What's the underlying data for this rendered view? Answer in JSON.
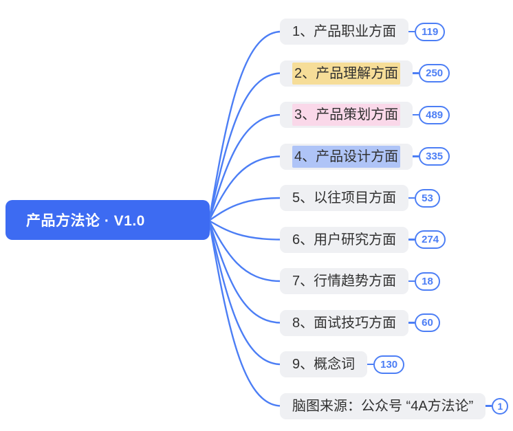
{
  "root": {
    "label": "产品方法论 · V1.0"
  },
  "branches": [
    {
      "label": "1、产品职业方面",
      "count": "119",
      "highlight": "none"
    },
    {
      "label": "2、产品理解方面",
      "count": "250",
      "highlight": "yellow"
    },
    {
      "label": "3、产品策划方面",
      "count": "489",
      "highlight": "pink"
    },
    {
      "label": "4、产品设计方面",
      "count": "335",
      "highlight": "blue"
    },
    {
      "label": "5、以往项目方面",
      "count": "53",
      "highlight": "none"
    },
    {
      "label": "6、用户研究方面",
      "count": "274",
      "highlight": "none"
    },
    {
      "label": "7、行情趋势方面",
      "count": "18",
      "highlight": "none"
    },
    {
      "label": "8、面试技巧方面",
      "count": "60",
      "highlight": "none"
    },
    {
      "label": "9、概念词",
      "count": "130",
      "highlight": "none"
    },
    {
      "label": "脑图来源：公众号 “4A方法论”",
      "count": "1",
      "highlight": "none"
    }
  ],
  "colors": {
    "root_bg": "#3D6BF2",
    "root_text": "#FFFFFF",
    "connector_blue": "#4C7EF5",
    "node_bg": "#EFF0F3",
    "node_text": "#303030",
    "badge_bg": "#FFFFFF",
    "highlight_yellow": "#F6DD98",
    "highlight_pink": "#FAD8E9",
    "highlight_blue": "#AFC4F7",
    "canvas_bg": "#FFFFFF"
  }
}
